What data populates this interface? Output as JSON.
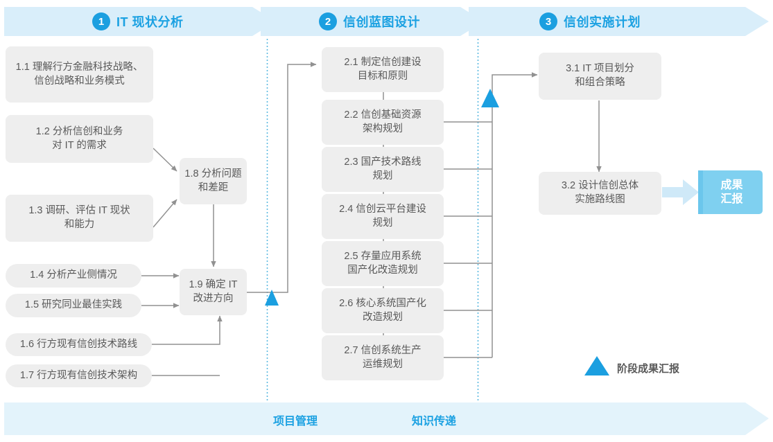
{
  "colors": {
    "accent": "#1b9fe0",
    "band": "#d9eefa",
    "footer_band": "#e3f3fb",
    "box_fill": "#eeeeee",
    "box_text": "#595959",
    "connector": "#919191",
    "result_fill": "#7fd0f0",
    "dotted": "#5bb9e0"
  },
  "phases": [
    {
      "number": "1",
      "name": "IT 现状分析"
    },
    {
      "number": "2",
      "name": "信创蓝图设计"
    },
    {
      "number": "3",
      "name": "信创实施计划"
    }
  ],
  "boxes": {
    "phase1": [
      {
        "id": "1.1",
        "text": "1.1 理解行方金融科技战略、\n信创战略和业务模式"
      },
      {
        "id": "1.2",
        "text": "1.2 分析信创和业务\n对 IT 的需求"
      },
      {
        "id": "1.3",
        "text": "1.3 调研、评估 IT 现状\n和能力"
      },
      {
        "id": "1.4",
        "text": "1.4 分析产业侧情况"
      },
      {
        "id": "1.5",
        "text": "1.5 研究同业最佳实践"
      },
      {
        "id": "1.6",
        "text": "1.6 行方现有信创技术路线"
      },
      {
        "id": "1.7",
        "text": "1.7 行方现有信创技术架构"
      },
      {
        "id": "1.8",
        "text": "1.8 分析问题\n和差距"
      },
      {
        "id": "1.9",
        "text": "1.9 确定 IT\n改进方向"
      }
    ],
    "phase2": [
      {
        "id": "2.1",
        "text": "2.1 制定信创建设\n目标和原则"
      },
      {
        "id": "2.2",
        "text": "2.2 信创基础资源\n架构规划"
      },
      {
        "id": "2.3",
        "text": "2.3 国产技术路线\n规划"
      },
      {
        "id": "2.4",
        "text": "2.4 信创云平台建设\n规划"
      },
      {
        "id": "2.5",
        "text": "2.5 存量应用系统\n国产化改造规划"
      },
      {
        "id": "2.6",
        "text": "2.6 核心系统国产化\n改造规划"
      },
      {
        "id": "2.7",
        "text": "2.7 信创系统生产\n运维规划"
      }
    ],
    "phase3": [
      {
        "id": "3.1",
        "text": "3.1 IT 项目划分\n和组合策略"
      },
      {
        "id": "3.2",
        "text": "3.2 设计信创总体\n实施路线图"
      }
    ]
  },
  "result": {
    "text": "成果\n汇报"
  },
  "legend": {
    "marker_label": "阶段成果汇报"
  },
  "footer": {
    "items": [
      "项目管理",
      "知识传递"
    ]
  }
}
